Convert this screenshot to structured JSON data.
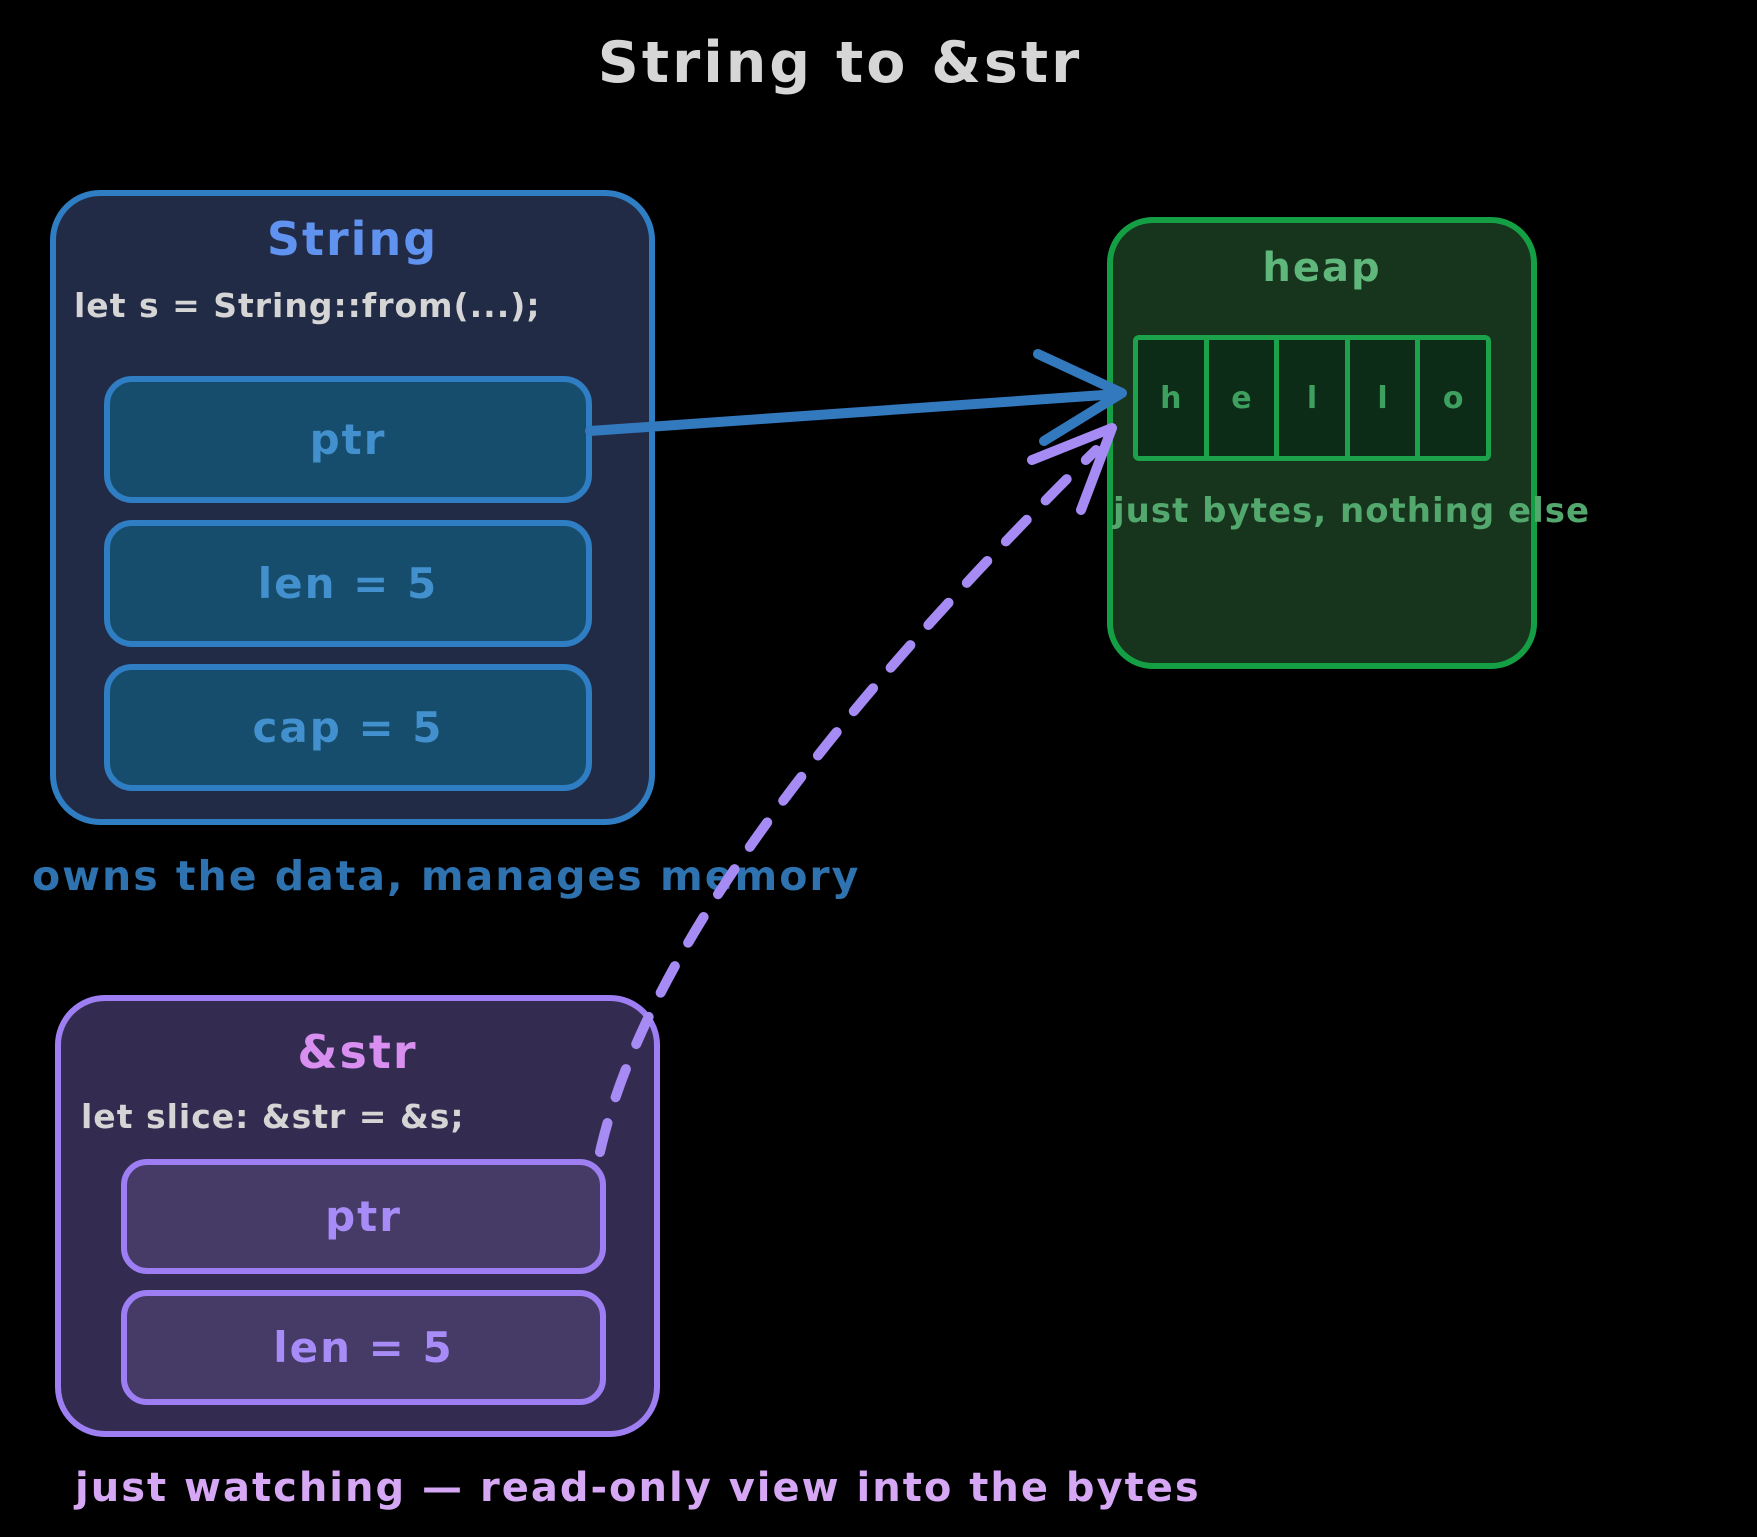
{
  "title": "String to &str",
  "string_box": {
    "title": "String",
    "code": "let s = String::from(...);",
    "fields": [
      "ptr",
      "len = 5",
      "cap = 5"
    ],
    "caption": "owns the data, manages memory"
  },
  "heap_box": {
    "title": "heap",
    "cells": [
      "h",
      "e",
      "l",
      "l",
      "o"
    ],
    "caption": "just bytes, nothing else"
  },
  "slice_box": {
    "title": "&str",
    "code": "let slice: &str = &s;",
    "fields": [
      "ptr",
      "len = 5"
    ],
    "caption": "just watching — read-only view into the bytes"
  },
  "arrows": [
    {
      "from": "string-ptr",
      "to": "heap-bytes",
      "style": "solid"
    },
    {
      "from": "slice-ptr",
      "to": "heap-bytes",
      "style": "dashed"
    }
  ],
  "colors": {
    "bg": "#000000",
    "title-text": "#d6d6d6",
    "code-text": "#d5d5d5",
    "blue-border": "#2f7dc2",
    "blue-box-fill": "#222b46",
    "blue-field-fill": "#174d6c",
    "blue-field-text": "#4390ce",
    "string-title": "#6092ef",
    "blue-caption": "#2e72b0",
    "green-border": "#149f44",
    "green-box-fill": "#17341d",
    "green-title": "#5fb77b",
    "cell-fill": "#0d2c18",
    "cell-border": "#1ba24a",
    "cell-text": "#3ea05f",
    "green-caption": "#53a86e",
    "purple-border": "#9d7ff3",
    "purple-box-fill": "#342c50",
    "purple-field-fill": "#463a67",
    "purple-field-text": "#a78cf8",
    "str-title": "#d98ff0",
    "purple-caption": "#d5a7f4",
    "arrow-blue": "#3279be",
    "arrow-purple": "#a78bf5"
  }
}
